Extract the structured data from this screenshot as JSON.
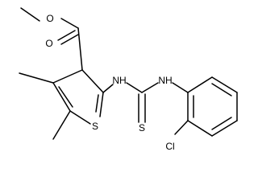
{
  "atoms": {
    "o_methoxy": "O",
    "o_carbonyl": "O",
    "s_ring": "S",
    "nh_left": "NH",
    "nh_right": "NH",
    "s_thio": "S",
    "cl": "Cl"
  }
}
